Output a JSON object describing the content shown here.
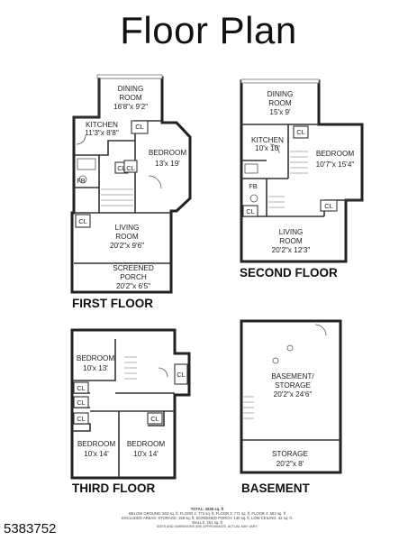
{
  "title": "Floor Plan",
  "floors": {
    "first": {
      "label": "FIRST FLOOR",
      "rooms": [
        {
          "name": "DINING",
          "name2": "ROOM",
          "dim": "16'8\"x 9'2\""
        },
        {
          "name": "KITCHEN",
          "dim": "11'3\"x 8'8\""
        },
        {
          "name": "BEDROOM",
          "dim": "13'x 19'"
        },
        {
          "name": "LIVING",
          "name2": "ROOM",
          "dim": "20'2\"x 9'6\""
        },
        {
          "name": "SCREENED",
          "name2": "PORCH",
          "dim": "20'2\"x 6'5\""
        }
      ],
      "closets": [
        "CL",
        "CL",
        "CL",
        "CL"
      ],
      "bath": "FB"
    },
    "second": {
      "label": "SECOND FLOOR",
      "rooms": [
        {
          "name": "DINING",
          "name2": "ROOM",
          "dim": "15'x 9'"
        },
        {
          "name": "KITCHEN",
          "dim": "10'x 10'"
        },
        {
          "name": "BEDROOM",
          "dim": "10'7\"x 15'4\""
        },
        {
          "name": "LIVING",
          "name2": "ROOM",
          "dim": "20'2\"x 12'3\""
        }
      ],
      "closets": [
        "CL",
        "CL",
        "CL"
      ],
      "bath": "FB"
    },
    "third": {
      "label": "THIRD FLOOR",
      "rooms": [
        {
          "name": "BEDROOM",
          "dim": "10'x 13'"
        },
        {
          "name": "BEDROOM",
          "dim": "10'x 14'"
        },
        {
          "name": "BEDROOM",
          "dim": "10'x 14'"
        }
      ],
      "closets": [
        "CL",
        "CL",
        "CL",
        "CL",
        "CL"
      ]
    },
    "basement": {
      "label": "BASEMENT",
      "rooms": [
        {
          "name": "BASEMENT/",
          "name2": "STORAGE",
          "dim": "20'2\"x 24'6\""
        },
        {
          "name": "STORAGE",
          "dim": "20'2\"x 8'"
        }
      ]
    }
  },
  "footer": {
    "line1": "TOTAL: 2626 sq. ft",
    "line2": "BELOW GROUND: 503 sq. ft, FLOOR 2: 772 sq. ft, FLOOR 3: 771 sq. ft, FLOOR 4: 583 sq. ft",
    "line3": "EXCLUDED AREAS: STORAGE: 158 sq. ft, SCREENED PORCH: 130 sq. ft, LOW CEILING: 42 sq. ft,",
    "line4": "WALLS: 251 sq. ft",
    "line5": "SIZES AND DIMENSIONS ARE APPROXIMATE, ACTUAL MAY VARY."
  },
  "listing_id": "5383752"
}
